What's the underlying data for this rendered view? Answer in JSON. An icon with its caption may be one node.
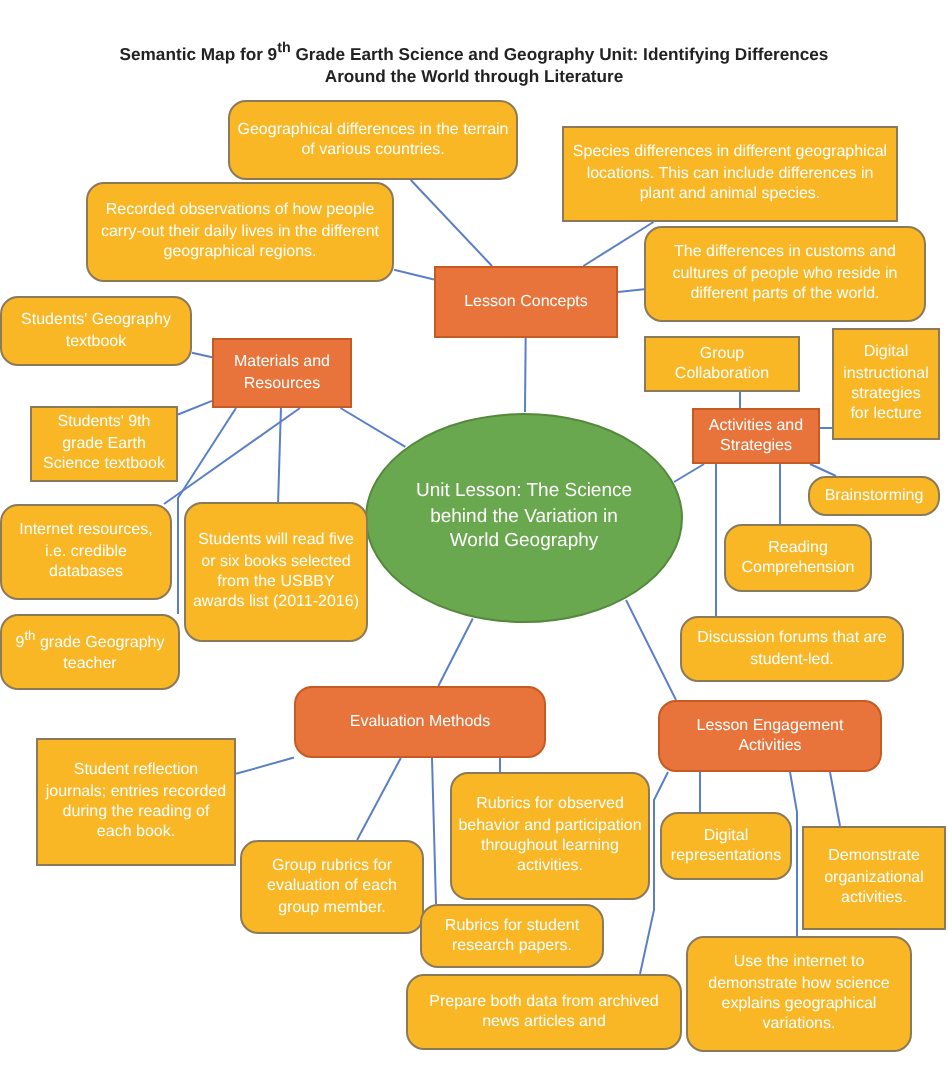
{
  "diagram": {
    "title": "Semantic Map for 9$^{th}$ Grade Earth Science and Geography Unit: Identifying Differences Around the World through Literature",
    "nodes": [
      {
        "text": [
          "Unit Lesson: The Science behind the Variation in World Geography"
        ]
      },
      {
        "text": [
          "Lesson Concepts"
        ]
      },
      {
        "text": [
          "Geographical differences in the terrain of various countries."
        ]
      },
      {
        "text": [
          "Species differences in different geographical locations. This can include differences in plant and animal species."
        ]
      },
      {
        "text": [
          "Recorded observations of how people carry-out their daily lives in the different geographical regions."
        ]
      },
      {
        "text": [
          "The differences in customs and cultures of people who reside in different parts of the world."
        ]
      },
      {
        "text": [
          "Materials and Resources"
        ]
      },
      {
        "text": [
          "Students' Geography textbook"
        ]
      },
      {
        "text": [
          "Students' 9th grade Earth Science textbook"
        ]
      },
      {
        "text": [
          "Internet resources, i.e. credible databases"
        ]
      },
      {
        "text": [
          "Students will read five or six books selected from the USBBY awards list (2011-2016)"
        ]
      },
      {
        "text": [
          "9$^{th}$ grade Geography teacher"
        ]
      },
      {
        "text": [
          "Activities and Strategies"
        ]
      },
      {
        "text": [
          "Group Collaboration"
        ]
      },
      {
        "text": [
          "Digital instructional strategies for lecture"
        ]
      },
      {
        "text": [
          "Brainstorming"
        ]
      },
      {
        "text": [
          "Reading Comprehension"
        ]
      },
      {
        "text": [
          "Discussion forums that are student-led."
        ]
      },
      {
        "text": [
          "Evaluation Methods"
        ]
      },
      {
        "text": [
          "Lesson Engagement Activities"
        ]
      },
      {
        "text": [
          "Student reflection journals; entries recorded during the reading of each book."
        ]
      },
      {
        "text": [
          "Group rubrics for evaluation of each group member."
        ]
      },
      {
        "text": [
          "Rubrics for observed behavior and participation throughout learning activities."
        ]
      },
      {
        "text": [
          "Digital representations"
        ]
      },
      {
        "text": [
          "Demonstrate organizational activities."
        ]
      },
      {
        "text": [
          "Rubrics for student research papers."
        ]
      },
      {
        "text": [
          "Prepare both data from archived news articles and"
        ]
      },
      {
        "text": [
          "Use the internet to demonstrate how science explains geographical variations."
        ]
      }
    ],
    "edges": [
      {
        "from": 0,
        "to": 1,
        "arrow": "none"
      },
      {
        "from": 1,
        "to": 2,
        "arrow": "none"
      },
      {
        "from": 1,
        "to": 3,
        "arrow": "none"
      },
      {
        "from": 1,
        "to": 4,
        "arrow": "none"
      },
      {
        "from": 1,
        "to": 5,
        "arrow": "none"
      },
      {
        "from": 0,
        "to": 6,
        "arrow": "none"
      },
      {
        "from": 6,
        "to": 7,
        "arrow": "none"
      },
      {
        "from": 6,
        "to": 8,
        "arrow": "none"
      },
      {
        "from": 6,
        "to": 9,
        "arrow": "none"
      },
      {
        "from": 6,
        "to": 10,
        "arrow": "none"
      },
      {
        "from": 6,
        "to": 11,
        "arrow": "none"
      },
      {
        "from": 0,
        "to": 12,
        "arrow": "none"
      },
      {
        "from": 12,
        "to": 13,
        "arrow": "none"
      },
      {
        "from": 12,
        "to": 14,
        "arrow": "none"
      },
      {
        "from": 12,
        "to": 15,
        "arrow": "none"
      },
      {
        "from": 12,
        "to": 16,
        "arrow": "none"
      },
      {
        "from": 12,
        "to": 17,
        "arrow": "none"
      },
      {
        "from": 0,
        "to": 18,
        "arrow": "none"
      },
      {
        "from": 0,
        "to": 19,
        "arrow": "none"
      },
      {
        "from": 18,
        "to": 20,
        "arrow": "none"
      },
      {
        "from": 18,
        "to": 21,
        "arrow": "none"
      },
      {
        "from": 18,
        "to": 22,
        "arrow": "none"
      },
      {
        "from": 18,
        "to": 25,
        "arrow": "none"
      },
      {
        "from": 19,
        "to": 23,
        "arrow": "none"
      },
      {
        "from": 19,
        "to": 24,
        "arrow": "none"
      },
      {
        "from": 19,
        "to": 26,
        "arrow": "none"
      },
      {
        "from": 19,
        "to": 27,
        "arrow": "none"
      }
    ]
  }
}
